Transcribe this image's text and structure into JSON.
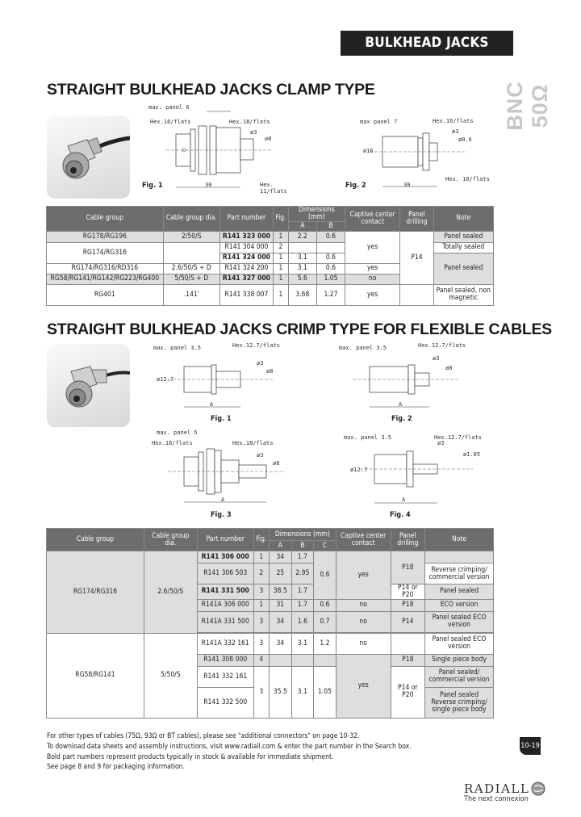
{
  "header": {
    "title": "BULKHEAD JACKS",
    "side_label": "BNC 50Ω"
  },
  "section1": {
    "title": "STRAIGHT BULKHEAD JACKS CLAMP TYPE",
    "fig1": {
      "label": "Fig. 1",
      "dims": [
        "max. panel 6",
        "Hex.16/flats",
        "Hex.18/flats",
        "ø3",
        "ø8",
        "30",
        "Hex. 11/flats"
      ]
    },
    "fig2": {
      "label": "Fig. 2",
      "dims": [
        "max panel 7",
        "Hex.16/flats",
        "ø3",
        "ø0.6",
        "ø16",
        "30",
        "Hex. 10/flats"
      ]
    },
    "table": {
      "headers": {
        "cable_group": "Cable group",
        "dia": "Cable group dia.",
        "part": "Part number",
        "fig": "Fig.",
        "dims": "Dimensions (mm)",
        "a": "A",
        "b": "B",
        "captive": "Captive center contact",
        "drilling": "Panel drilling",
        "note": "Note"
      },
      "rows": [
        {
          "cable": "RG178/RG196",
          "dia": "2/50/S",
          "part": "R141 323 000",
          "fig": "1",
          "a": "2.2",
          "b": "0.6",
          "captive": "",
          "drilling": "",
          "note": "Panel sealed"
        },
        {
          "cable": "RG174/RG316",
          "dia": "",
          "part": "R141 304 000",
          "fig": "2",
          "a": "",
          "b": "",
          "captive": "yes",
          "drilling": "P14",
          "note": "Totally sealed"
        },
        {
          "cable": "",
          "dia": "",
          "part": "R141 324 000",
          "fig": "1",
          "a": "3.1",
          "b": "0.6",
          "captive": "",
          "drilling": "",
          "note": "Panel sealed"
        },
        {
          "cable": "RG174/RG316/RD316",
          "dia": "2.6/50/S + D",
          "part": "R141 324 200",
          "fig": "1",
          "a": "3.1",
          "b": "0.6",
          "captive": "yes",
          "drilling": "",
          "note": ""
        },
        {
          "cable": "RG58/RG141/RG142/RG223/RG400",
          "dia": "5/50/S + D",
          "part": "R141 327 000",
          "fig": "1",
          "a": "5.6",
          "b": "1.05",
          "captive": "no",
          "drilling": "",
          "note": ""
        },
        {
          "cable": "RG401",
          "dia": ".141'",
          "part": "R141 338 007",
          "fig": "1",
          "a": "3.68",
          "b": "1.27",
          "captive": "yes",
          "drilling": "",
          "note": "Panel sealed, non magnetic"
        }
      ]
    }
  },
  "section2": {
    "title": "STRAIGHT BULKHEAD JACKS CRIMP TYPE FOR FLEXIBLE CABLES",
    "fig1": {
      "label": "Fig. 1",
      "dims": [
        "max. panel 3.5",
        "Hex.12.7/flats",
        "ø12.7",
        "ø3",
        "ø8",
        "A"
      ]
    },
    "fig2": {
      "label": "Fig. 2",
      "dims": [
        "max. panel 3.5",
        "Hex.12.7/flats",
        "ø3",
        "ø8",
        "A"
      ]
    },
    "fig3": {
      "label": "Fig. 3",
      "dims": [
        "max. panel 5",
        "Hex.16/flats",
        "Hex.18/flats",
        "ø3",
        "ø8",
        "A"
      ]
    },
    "fig4": {
      "label": "Fig. 4",
      "dims": [
        "max. panel 3.5",
        "Hex.12.7/flats",
        "ø3",
        "ø1.05",
        "ø12.7",
        "A"
      ]
    },
    "table": {
      "headers": {
        "cable_group": "Cable group",
        "dia": "Cable group dia.",
        "part": "Part number",
        "fig": "Fig.",
        "dims": "Dimensions (mm)",
        "a": "A",
        "b": "B",
        "c": "C",
        "captive": "Captive center contact",
        "drilling": "Panel drilling",
        "note": "Note"
      },
      "group1": {
        "cable": "RG174/RG316",
        "dia": "2.6/50/S"
      },
      "group2": {
        "cable": "RG58/RG141",
        "dia": "5/50/S"
      },
      "rows": [
        {
          "part": "R141 306 000",
          "fig": "1",
          "a": "34",
          "b": "1.7",
          "c": "",
          "captive": "",
          "drilling": "",
          "note": ""
        },
        {
          "part": "R141 306 503",
          "fig": "2",
          "a": "25",
          "b": "2.95",
          "c": "0.6",
          "captive": "yes",
          "drilling": "P18",
          "note": "Reverse crimping/ commercial version"
        },
        {
          "part": "R141 331 500",
          "fig": "3",
          "a": "38.5",
          "b": "1.7",
          "c": "",
          "captive": "",
          "drilling": "P14 or P20",
          "note": "Panel sealed"
        },
        {
          "part": "R141A 306 000",
          "fig": "1",
          "a": "31",
          "b": "1.7",
          "c": "0.6",
          "captive": "no",
          "drilling": "P18",
          "note": "ECO version"
        },
        {
          "part": "R141A 331 500",
          "fig": "3",
          "a": "34",
          "b": "1.6",
          "c": "0.7",
          "captive": "no",
          "drilling": "P14",
          "note": "Panel sealed ECO version"
        },
        {
          "part": "R141A 332 161",
          "fig": "3",
          "a": "34",
          "b": "3.1",
          "c": "1.2",
          "captive": "no",
          "drilling": "",
          "note": "Panel sealed ECO version"
        },
        {
          "part": "R141 308 000",
          "fig": "4",
          "a": "",
          "b": "",
          "c": "",
          "captive": "",
          "drilling": "P18",
          "note": "Single piece body"
        },
        {
          "part": "R141 332 161",
          "fig": "",
          "a": "",
          "b": "",
          "c": "",
          "captive": "yes",
          "drilling": "",
          "note": "Panel sealed/ commercial version"
        },
        {
          "part": "R141 332 500",
          "fig": "3",
          "a": "35.5",
          "b": "3.1",
          "c": "1.05",
          "captive": "",
          "drilling": "P14 or P20",
          "note": "Panel sealed Reverse crimping/ single piece body"
        }
      ]
    }
  },
  "footer": {
    "lines": [
      "For other types of cables (75Ω, 93Ω or BT cables), please see \"additional connectors\" on page 10-32.",
      "To download data sheets and assembly instructions, visit www.radiall.com & enter the part number in the Search box.",
      "Bold part numbers represent products typically in stock & available for immediate shipment.",
      "See page 8 and 9 for packaging information."
    ],
    "page_number": "10-19",
    "brand": "RADIALL",
    "tagline": "The next connexion"
  }
}
